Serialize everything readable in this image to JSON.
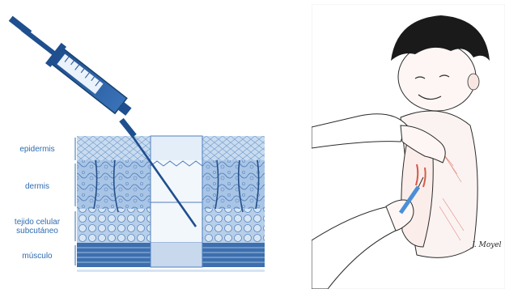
{
  "skin_diagram": {
    "labels": {
      "epidermis": "epidermis",
      "dermis": "dermis",
      "subcutaneous": "tejido celular subcutáneo",
      "muscle": "músculo"
    },
    "colors": {
      "primary_blue": "#2a5b9c",
      "light_blue": "#c6dbef",
      "pale_blue": "#e5eef8",
      "label_blue": "#2f6cb1"
    }
  },
  "illustration": {
    "signature": "J. Moyel",
    "colors": {
      "ink": "#2b2b2b",
      "hair": "#1a1a1a",
      "shading_red": "#d65a4a",
      "syringe_blue": "#4a8ed8"
    }
  }
}
